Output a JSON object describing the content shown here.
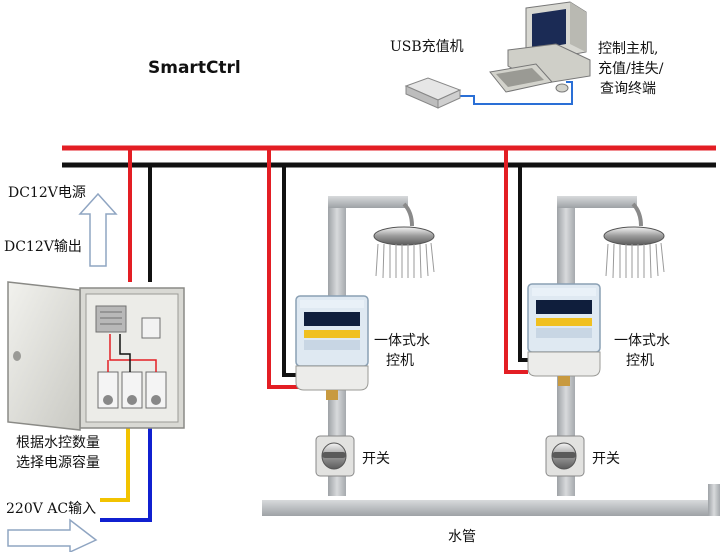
{
  "brand": "SmartCtrl",
  "labels": {
    "usb_recharger": "USB充值机",
    "control_host_line1": "控制主机,",
    "control_host_line2": "充值/挂失/",
    "control_host_line3": "查询终端",
    "dc_power": "DC12V电源",
    "dc_output": "DC12V输出",
    "capacity_line1": "根据水控数量",
    "capacity_line2": "选择电源容量",
    "ac_input": "220V AC输入",
    "controller1_line1": "一体式水",
    "controller1_line2": "控机",
    "controller2_line1": "一体式水",
    "controller2_line2": "控机",
    "switch1": "开关",
    "switch2": "开关",
    "water_pipe": "水管"
  },
  "colors": {
    "power_positive": "#e31e24",
    "power_negative": "#111111",
    "ac_live": "#f2c300",
    "ac_neutral": "#1020d0",
    "cable": "#2a6fd6",
    "pipe": "#b9bcbf"
  },
  "icons": [
    "computer-icon",
    "usb-recharger-icon",
    "power-box-icon",
    "shower-head-icon",
    "water-controller-icon",
    "valve-switch-icon",
    "arrow-up-icon",
    "arrow-right-icon"
  ]
}
